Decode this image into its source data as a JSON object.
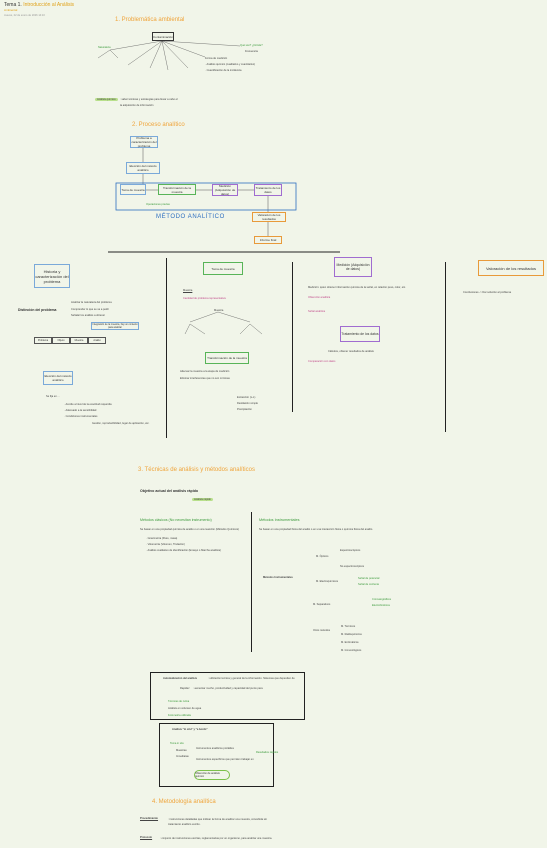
{
  "header": {
    "title_prefix": "Tema 1.",
    "title_rest": "Introducción al Análisis",
    "subtitle": "Ambiental",
    "meta": "Jueves, 22 de enero de 2026       14:10"
  },
  "sections": {
    "s1": "1.  Problemática ambiental",
    "s2": "2.  Proceso analítico",
    "s3": "3.  Técnicas de análisis y métodos analíticos",
    "s4": "4.  Metodología analítica"
  },
  "s1": {
    "center": "Contaminación",
    "left_top": "Naturaleza",
    "right_top": "Qué son? ¿Dónde?",
    "right_sub": "Frecuencia",
    "right_note1": "Forma de medición",
    "right_note2": "· Análisis químico (cualitativo y cuantitativo)",
    "right_note3": "· Cuantificación de la incidencia",
    "bottom_label": "Análisis químico",
    "bottom_text1": ": saber técnicas y estrategias para llevar a cabo el",
    "bottom_text2": "la adquisición de información"
  },
  "s2": {
    "b1": "Problema a caracterización del problema",
    "b2": "Elección del método analítico",
    "b3": "Toma de muestra",
    "b4": "Transformación de la muestra",
    "b5": "Medición (Adquisición de datos)",
    "b6": "Tratamiento de los datos",
    "b7": "Valoración de los resultados",
    "b8": "Informe final",
    "feedback": "Operaciones previas",
    "metodo": "MÉTODO ANALÍTICO"
  },
  "s2b": {
    "c1_title": "Historia y caracterización del problema",
    "c1_label": "Distinción del problema",
    "c1_items": [
      "Analizar la naturaleza del problema",
      "Comprender lo que se va a pedir",
      "Señalar los análisis a obtener"
    ],
    "c1_note": "Integración de la muestra, hay un contexto para analizar",
    "c1_table": [
      "Problema",
      "Objeto",
      "Muestra",
      "Analito"
    ],
    "c1_sub": "Elección del método analítico",
    "c1_sub_items": [
      "Se fija en ...",
      "· Acorde al nivel de la exactitud requerida",
      "· Adecuado a la sensibilidad",
      "· Condiciones instrumentales",
      "Gestión, reproducibilidad, lugar de aplicación, etc."
    ],
    "c2_title": "Toma de muestra",
    "c2_head": "Muestra",
    "c2_line": "Cantidad de problema representativa",
    "c2_node": "Muestra",
    "c2_sub": "Transformación de la muestra",
    "c2_sub_items": [
      "Adecuar la muestra a la etapa de medición",
      "Eliminar interferencias que no son mínimas"
    ],
    "c2_bottom": [
      "Extracción (L-L)",
      "Destilación simple",
      "Precipitación"
    ],
    "c3_title": "Medición (Adquisición de datos)",
    "c3_line1": "Medición: quien obtener información química de la señal, en relación peso, color, etc.",
    "c3_line2": "Obtención analítica",
    "c3_line3": "Señal analítica",
    "c3_sub": "Tratamiento de los datos",
    "c3_sub1": "Cálculos, obtener resultados de análisis",
    "c3_sub2": "Comparación con datos",
    "c4_title": "Valoración de los resultados",
    "c4_line": "Conclusiones -> Dar solución al problema"
  },
  "s3": {
    "objective": "Objetivo actual del análisis rápido",
    "objective_tag": "Análisis rápido",
    "left_title": "Métodos clásicos (No necesitan instrumento)",
    "left_line": "Se basan en una propiedad química de analito o en una reacción (Métodos Químicos)",
    "left_items": [
      "· Gravimetría (Peso, masa)",
      "· Volumetría (Volumen, Titulación)",
      "· Análisis cualitativo de identificación (Ensayo o Marcha analítica)"
    ],
    "right_title": "Métodos Instrumentales",
    "right_line": "Se basan en una propiedad física del analito o en una interacción física o química física del analito",
    "right_root": "Métodos Instrumentales",
    "groups": [
      "M. Ópticos",
      "M. Electroquímicos",
      "M. Separativos",
      "Otros métodos"
    ],
    "optic_a": "Espectroscópicos",
    "optic_b": "No espectroscópicos",
    "electro_items": [
      "Señal de potencial",
      "Señal de corriente"
    ],
    "sep_items": [
      "Cromatográficos",
      "Electroforéticos"
    ],
    "otros_items": [
      "M. Térmicos",
      "M. Radioquímicos",
      "M. Enzimáticos",
      "M. Inmunológicos"
    ],
    "box1_title": "Automatización del análisis",
    "box1_text": ": utilización técnica y general de la información. Sistemas que dependen de",
    "box1_sub": "Rapidez",
    "box1_sub_text": ": aumentar mucho, productividad y capacidad del punto para",
    "box1_items": [
      "Técnicas de rutina",
      "Análisis en volumen de agua",
      "Fotometría utilizada"
    ],
    "box2_title": "Análisis \"in situ\" y \"a bordo\"",
    "box2_left": "Toma in situ",
    "box2_items": [
      "Muestras",
      "Inmediatas",
      "Instrumentos analíticos portátiles",
      "Instrumentos específicos que permiten trabajar en"
    ],
    "box2_node": "Obtención de análisis químico",
    "box2_right": "Resultados rápidos"
  },
  "s4": {
    "line1_label": "Procedimiento",
    "line1_text": ": instrucciones detalladas que indican la forma de analizar una muestra, concebida sin tratamiento analítico escrito.",
    "line2_label": "Protocolo",
    "line2_text": ": conjunto de instrucciones escritas, reglamentarias por un organismo, para analizar una muestra."
  }
}
